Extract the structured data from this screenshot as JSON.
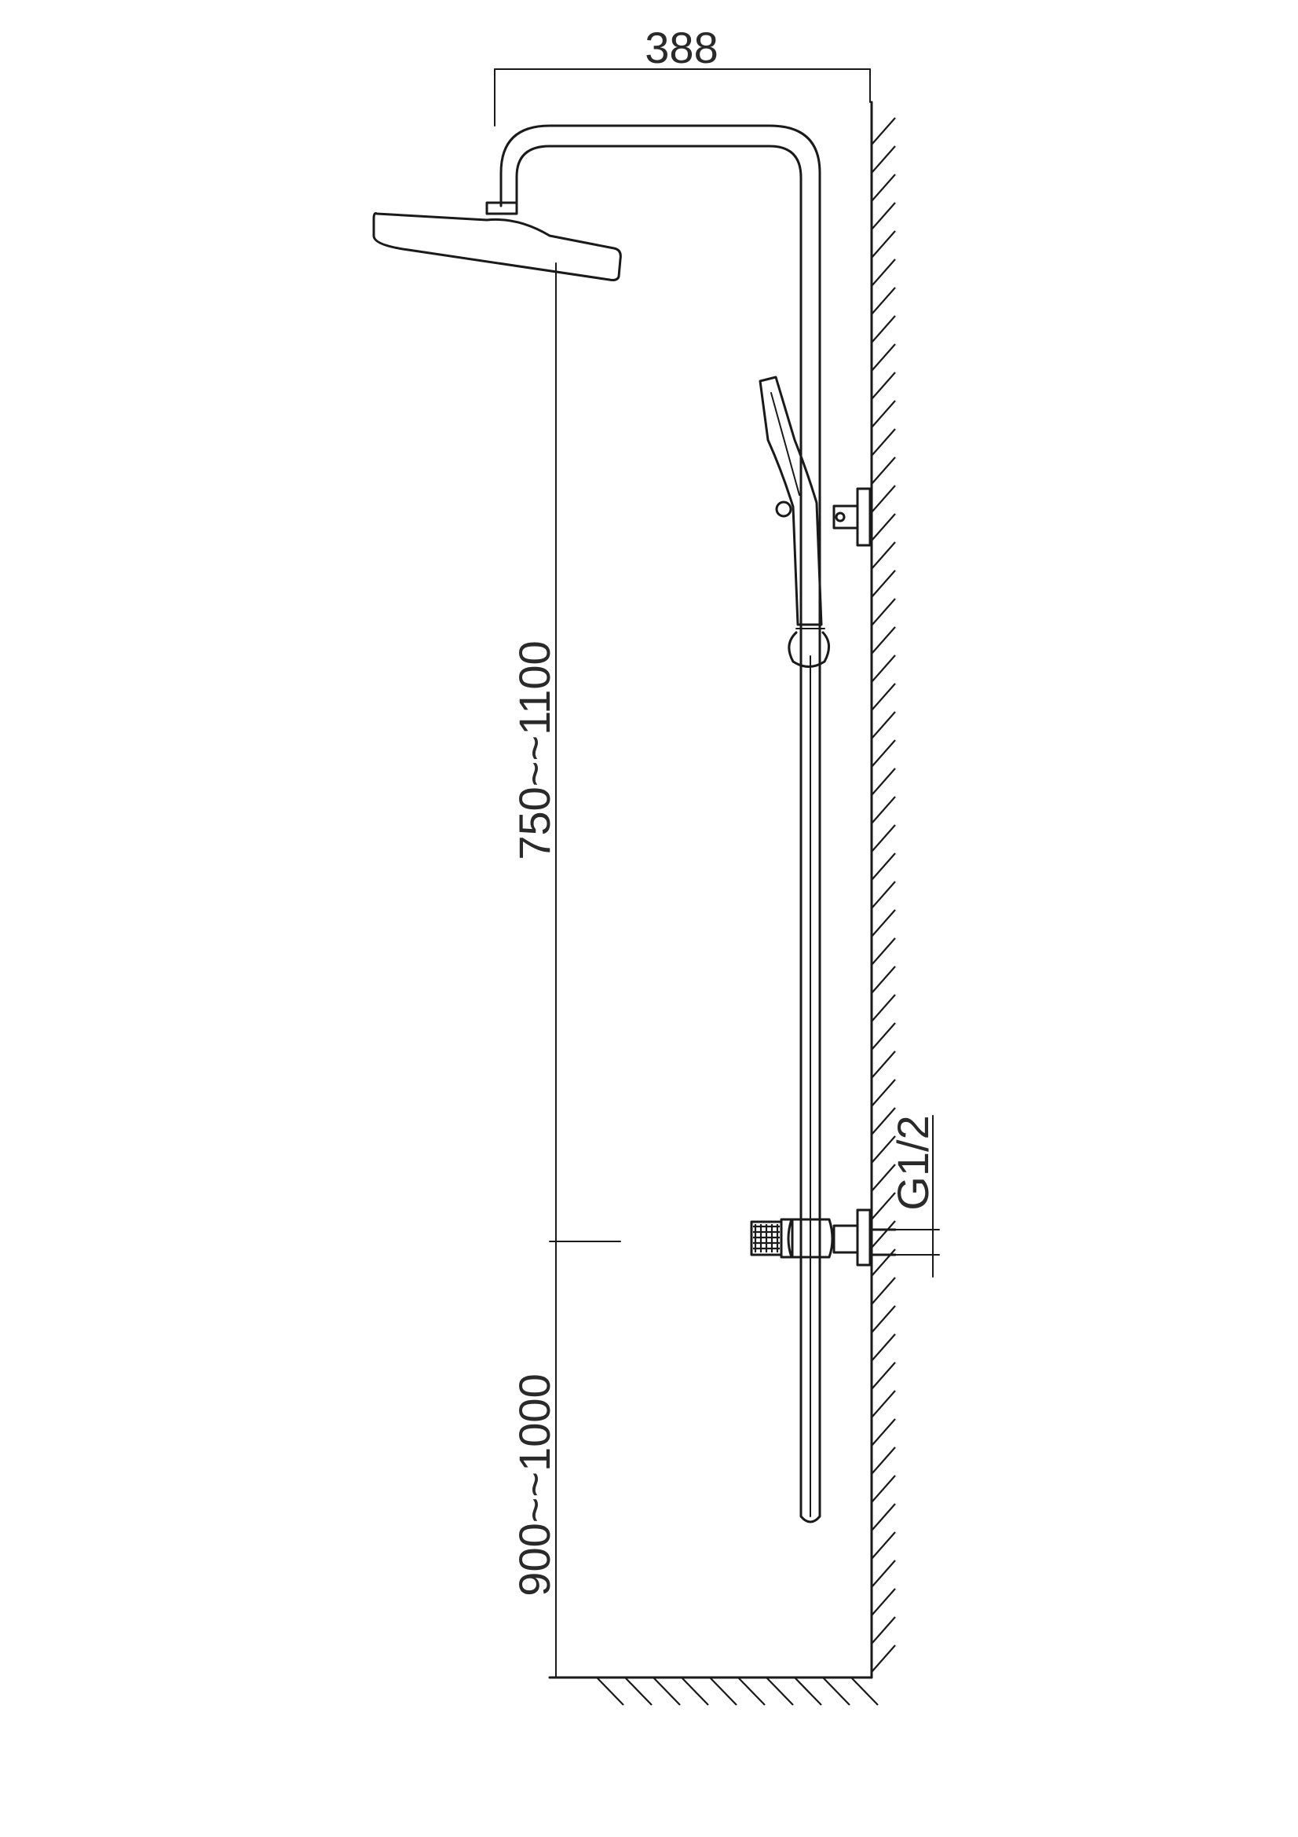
{
  "drawing": {
    "dimensions": {
      "top_width": "388",
      "upper_height": "750~~1100",
      "lower_height": "900~~1000",
      "inlet_thread": "G1/2"
    },
    "colors": {
      "line": "#1a1a1a",
      "background": "#ffffff"
    }
  }
}
